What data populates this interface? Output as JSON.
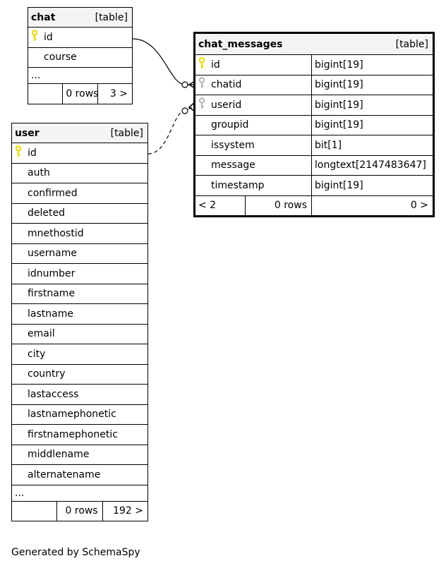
{
  "tables": {
    "chat": {
      "name": "chat",
      "type": "[table]",
      "columns": [
        {
          "name": "id",
          "key": "primary"
        },
        {
          "name": "course",
          "key": "none"
        }
      ],
      "more": "...",
      "footer": {
        "left": "",
        "rows": "0 rows",
        "right": "3 >"
      }
    },
    "user": {
      "name": "user",
      "type": "[table]",
      "columns": [
        {
          "name": "id",
          "key": "primary"
        },
        {
          "name": "auth",
          "key": "none"
        },
        {
          "name": "confirmed",
          "key": "none"
        },
        {
          "name": "deleted",
          "key": "none"
        },
        {
          "name": "mnethostid",
          "key": "none"
        },
        {
          "name": "username",
          "key": "none"
        },
        {
          "name": "idnumber",
          "key": "none"
        },
        {
          "name": "firstname",
          "key": "none"
        },
        {
          "name": "lastname",
          "key": "none"
        },
        {
          "name": "email",
          "key": "none"
        },
        {
          "name": "city",
          "key": "none"
        },
        {
          "name": "country",
          "key": "none"
        },
        {
          "name": "lastaccess",
          "key": "none"
        },
        {
          "name": "lastnamephonetic",
          "key": "none"
        },
        {
          "name": "firstnamephonetic",
          "key": "none"
        },
        {
          "name": "middlename",
          "key": "none"
        },
        {
          "name": "alternatename",
          "key": "none"
        }
      ],
      "more": "...",
      "footer": {
        "left": "",
        "rows": "0 rows",
        "right": "192 >"
      }
    },
    "chat_messages": {
      "name": "chat_messages",
      "type": "[table]",
      "columns": [
        {
          "name": "id",
          "type": "bigint[19]",
          "key": "primary"
        },
        {
          "name": "chatid",
          "type": "bigint[19]",
          "key": "foreign"
        },
        {
          "name": "userid",
          "type": "bigint[19]",
          "key": "foreign"
        },
        {
          "name": "groupid",
          "type": "bigint[19]",
          "key": "none"
        },
        {
          "name": "issystem",
          "type": "bit[1]",
          "key": "none"
        },
        {
          "name": "message",
          "type": "longtext[2147483647]",
          "key": "none"
        },
        {
          "name": "timestamp",
          "type": "bigint[19]",
          "key": "none"
        }
      ],
      "footer": {
        "left": "< 2",
        "rows": "0 rows",
        "right": "0 >"
      }
    }
  },
  "relationships": [
    {
      "from": "chat.id",
      "to": "chat_messages.chatid",
      "style": "solid"
    },
    {
      "from": "user.id",
      "to": "chat_messages.userid",
      "style": "dashed"
    }
  ],
  "colors": {
    "primary_key": "#e6d800",
    "foreign_key": "#b4b4b4",
    "header_bg": "#f4f4f4"
  },
  "footer_text": "Generated by SchemaSpy"
}
